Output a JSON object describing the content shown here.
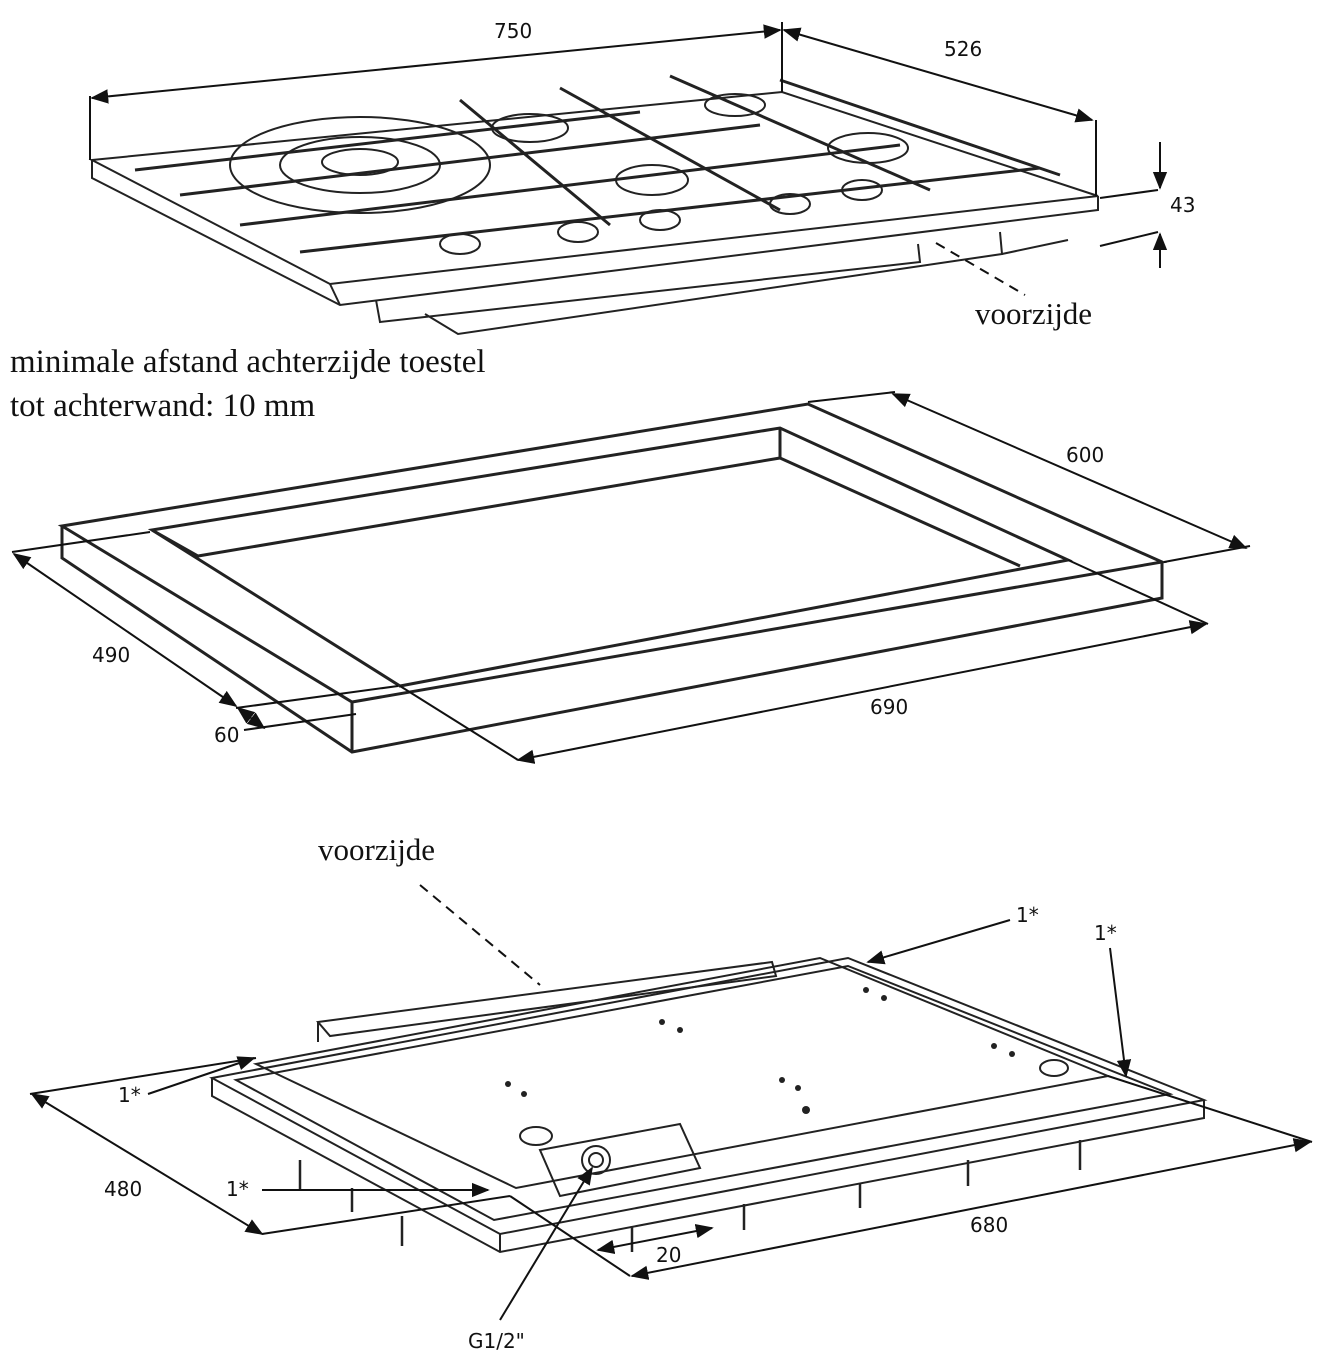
{
  "hob": {
    "width": "750",
    "depth": "526",
    "height": "43",
    "front_label": "voorzijde"
  },
  "note": {
    "line1": "minimale afstand achterzijde toestel",
    "line2": "tot achterwand: 10 mm"
  },
  "cutout": {
    "depth": "600",
    "inner_depth": "490",
    "front_margin": "60",
    "width": "690"
  },
  "underside": {
    "front_label": "voorzijde",
    "fixing_label": "1*",
    "depth": "480",
    "width": "680",
    "offset": "20",
    "gas_connection": "G1/2\""
  }
}
